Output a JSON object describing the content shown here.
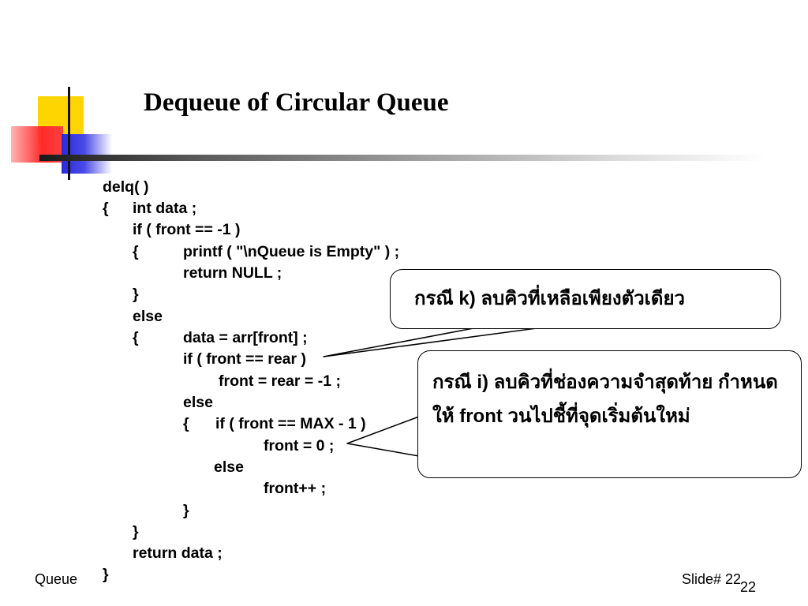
{
  "slide": {
    "title": "Dequeue of Circular Queue",
    "code_lines": [
      "delq( )",
      "{",
      "int data ;",
      "if ( front == -1 )",
      "{",
      "printf ( \"\\nQueue is Empty\" ) ;",
      "return NULL ;",
      "}",
      "else",
      "{",
      "data = arr[front] ;",
      "if ( front == rear )",
      "front = rear = -1 ;",
      "else",
      "{",
      "if ( front == MAX - 1 )",
      "front = 0 ;",
      "else",
      "front++ ;",
      "}",
      "}",
      "return data ;",
      "}"
    ],
    "callout_k": "กรณี k) ลบคิวที่เหลือเพียงตัวเดียว",
    "callout_i": "กรณี i) ลบคิวที่ช่องความจำสุดท้าย กำหนดให้ front วนไปชี้ที่จุดเริ่มต้นใหม่",
    "footer_left": "Queue",
    "footer_right": "Slide# 22",
    "page_number": "22"
  }
}
